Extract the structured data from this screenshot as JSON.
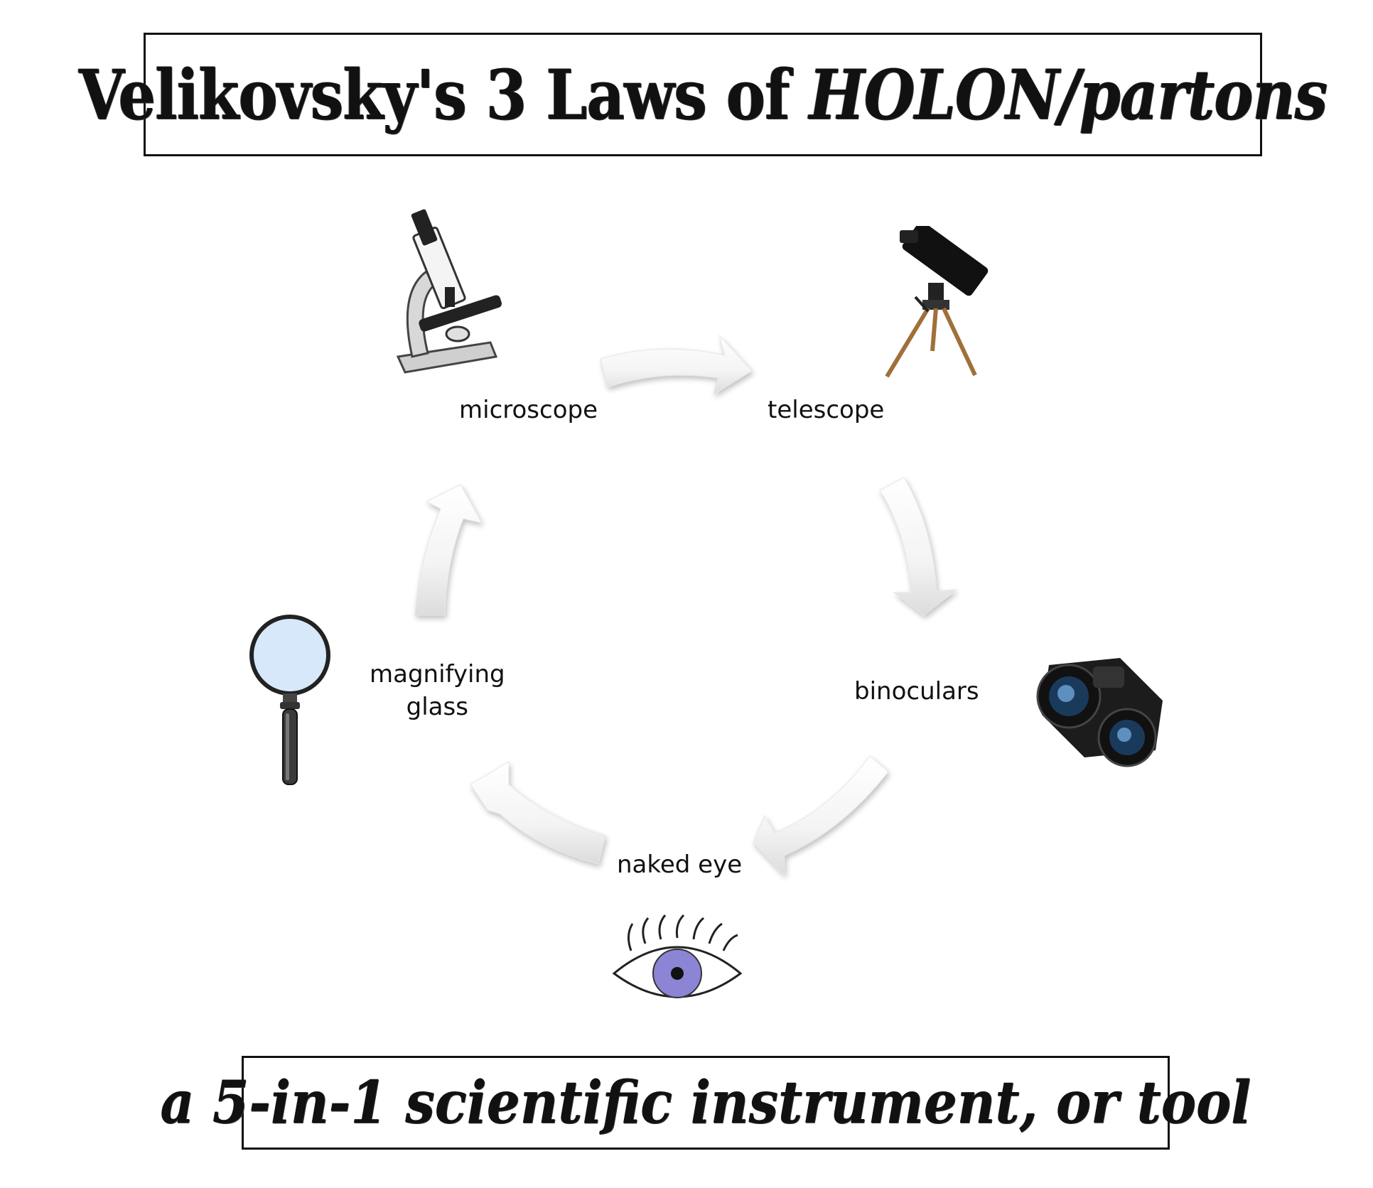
{
  "title": {
    "plain": "Velikovsky's 3 Laws of ",
    "emphasis": "HOLON/partons"
  },
  "footer": "a 5-in-1 scientific instrument, or tool",
  "nodes": {
    "microscope": "microscope",
    "telescope": "telescope",
    "binoculars": "binoculars",
    "naked_eye": "naked eye",
    "magnifying_glass_line1": "magnifying",
    "magnifying_glass_line2": "glass"
  },
  "icons": [
    "microscope-icon",
    "telescope-icon",
    "binoculars-icon",
    "eye-icon",
    "magnifying-glass-icon"
  ],
  "colors": {
    "telescope_legs": "#a0703a",
    "lens_fill": "#d8e8fb",
    "iris": "#8c85d6",
    "arrow_fill": "#fafafa",
    "arrow_shade": "#d9d9d9"
  }
}
